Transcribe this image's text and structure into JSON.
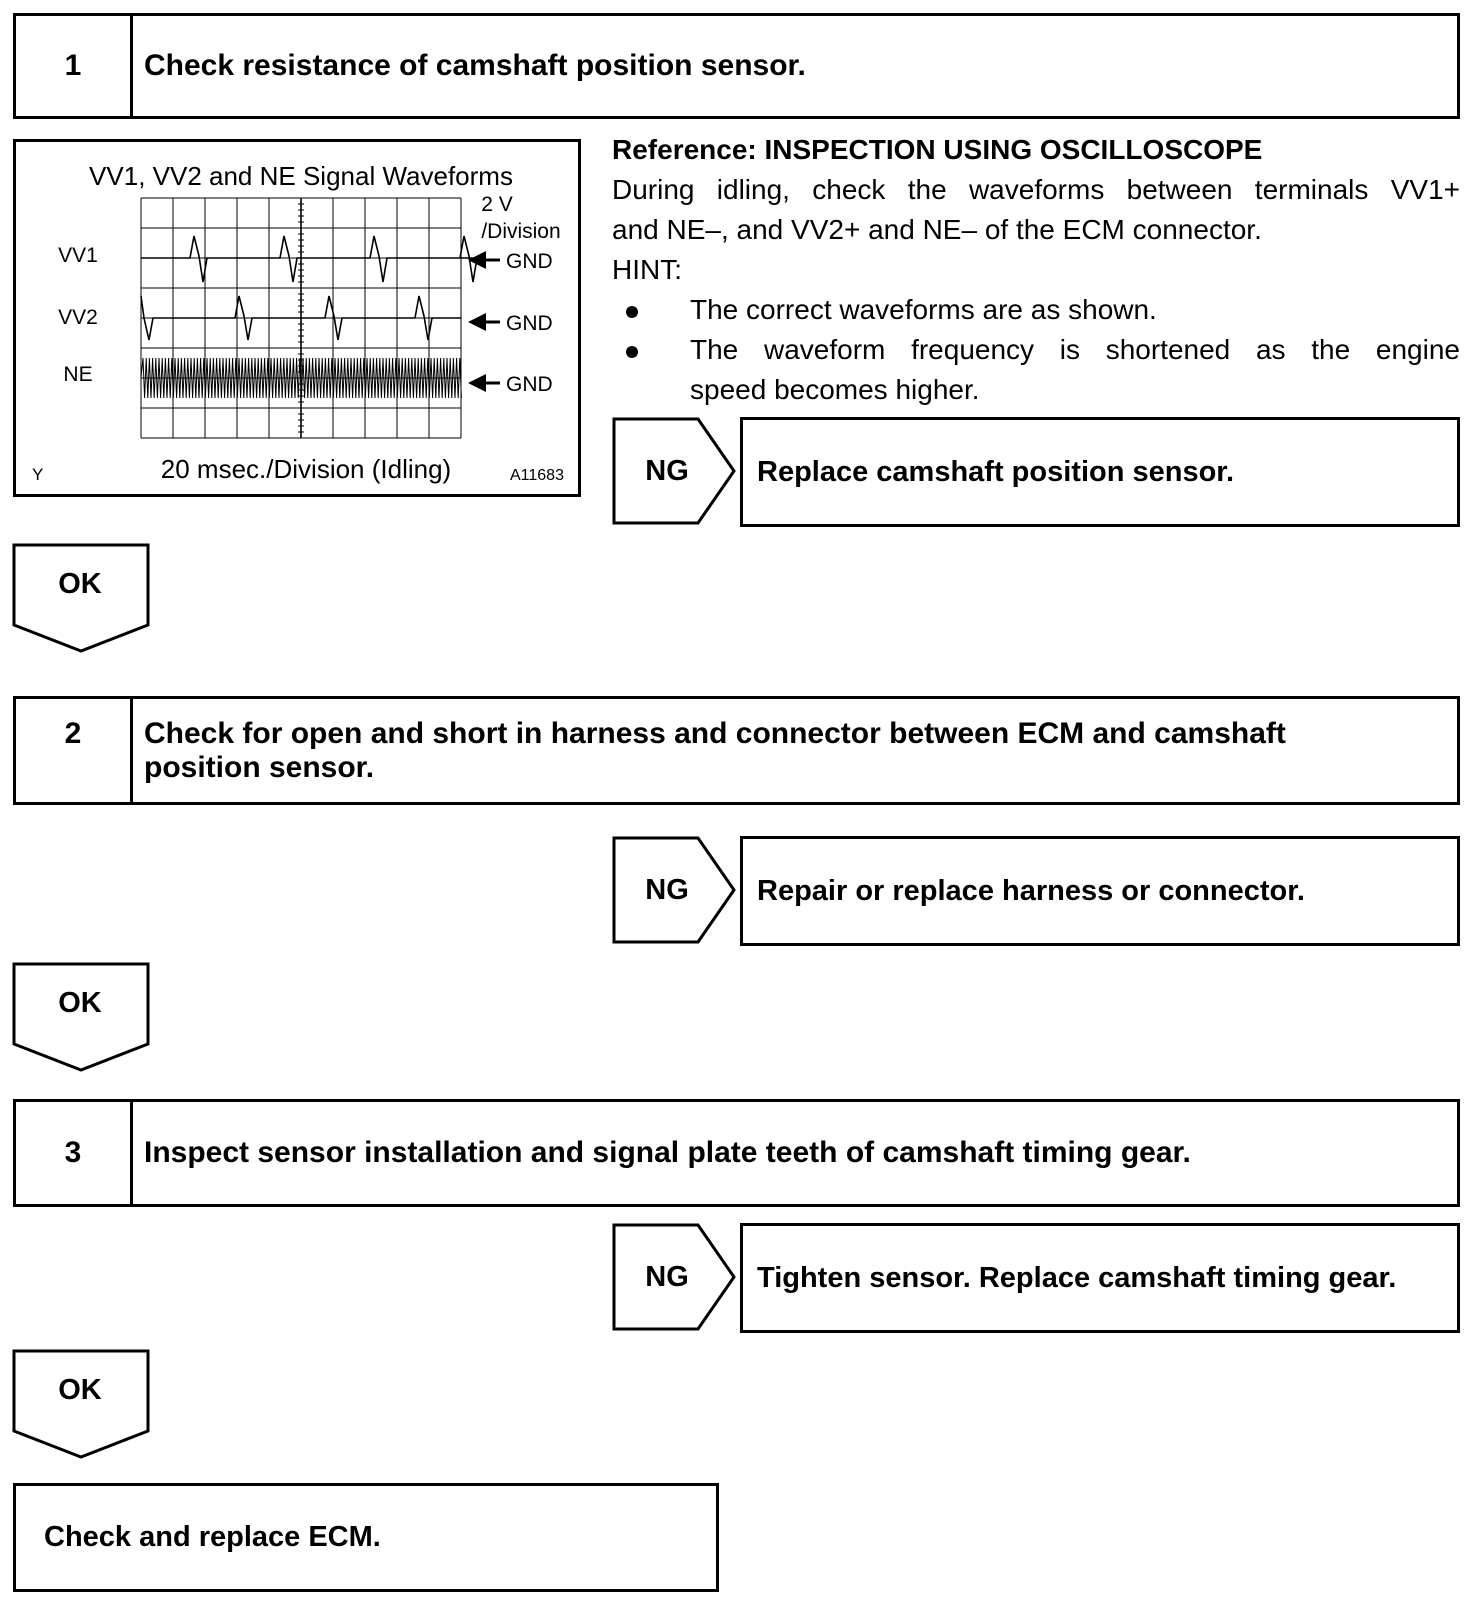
{
  "step1": {
    "number": "1",
    "title": "Check resistance of camshaft position sensor."
  },
  "figure": {
    "title": "VV1, VV2 and NE Signal Waveforms",
    "scale_v": "2 V",
    "scale_v_unit": "/Division",
    "time_scale": "20 msec./Division (Idling)",
    "corner_letter": "Y",
    "figure_code": "A11683",
    "signals": [
      {
        "name": "VV1",
        "ground": "GND"
      },
      {
        "name": "VV2",
        "ground": "GND"
      },
      {
        "name": "NE",
        "ground": "GND"
      }
    ]
  },
  "reference": {
    "title": "Reference: INSPECTION USING OSCILLOSCOPE",
    "line1": "During idling, check the waveforms between terminals VV1+",
    "line2": "and NE–, and VV2+ and NE– of the ECM connector.",
    "hint_label": "HINT:",
    "bullet1": "The correct waveforms are as shown.",
    "bullet2_line1": "The waveform frequency is shortened as the engine",
    "bullet2_line2": "speed becomes higher."
  },
  "ng1": {
    "label": "NG",
    "action": "Replace camshaft position sensor."
  },
  "ok1": {
    "label": "OK"
  },
  "step2": {
    "number": "2",
    "title_line1": "Check for open and short in harness and connector between ECM and camshaft",
    "title_line2": "position sensor."
  },
  "ng2": {
    "label": "NG",
    "action": "Repair or replace harness or connector."
  },
  "ok2": {
    "label": "OK"
  },
  "step3": {
    "number": "3",
    "title": "Inspect sensor installation and signal plate teeth of camshaft timing gear."
  },
  "ng3": {
    "label": "NG",
    "action": "Tighten sensor. Replace camshaft timing gear."
  },
  "ok3": {
    "label": "OK"
  },
  "final": {
    "action": "Check and replace ECM."
  }
}
